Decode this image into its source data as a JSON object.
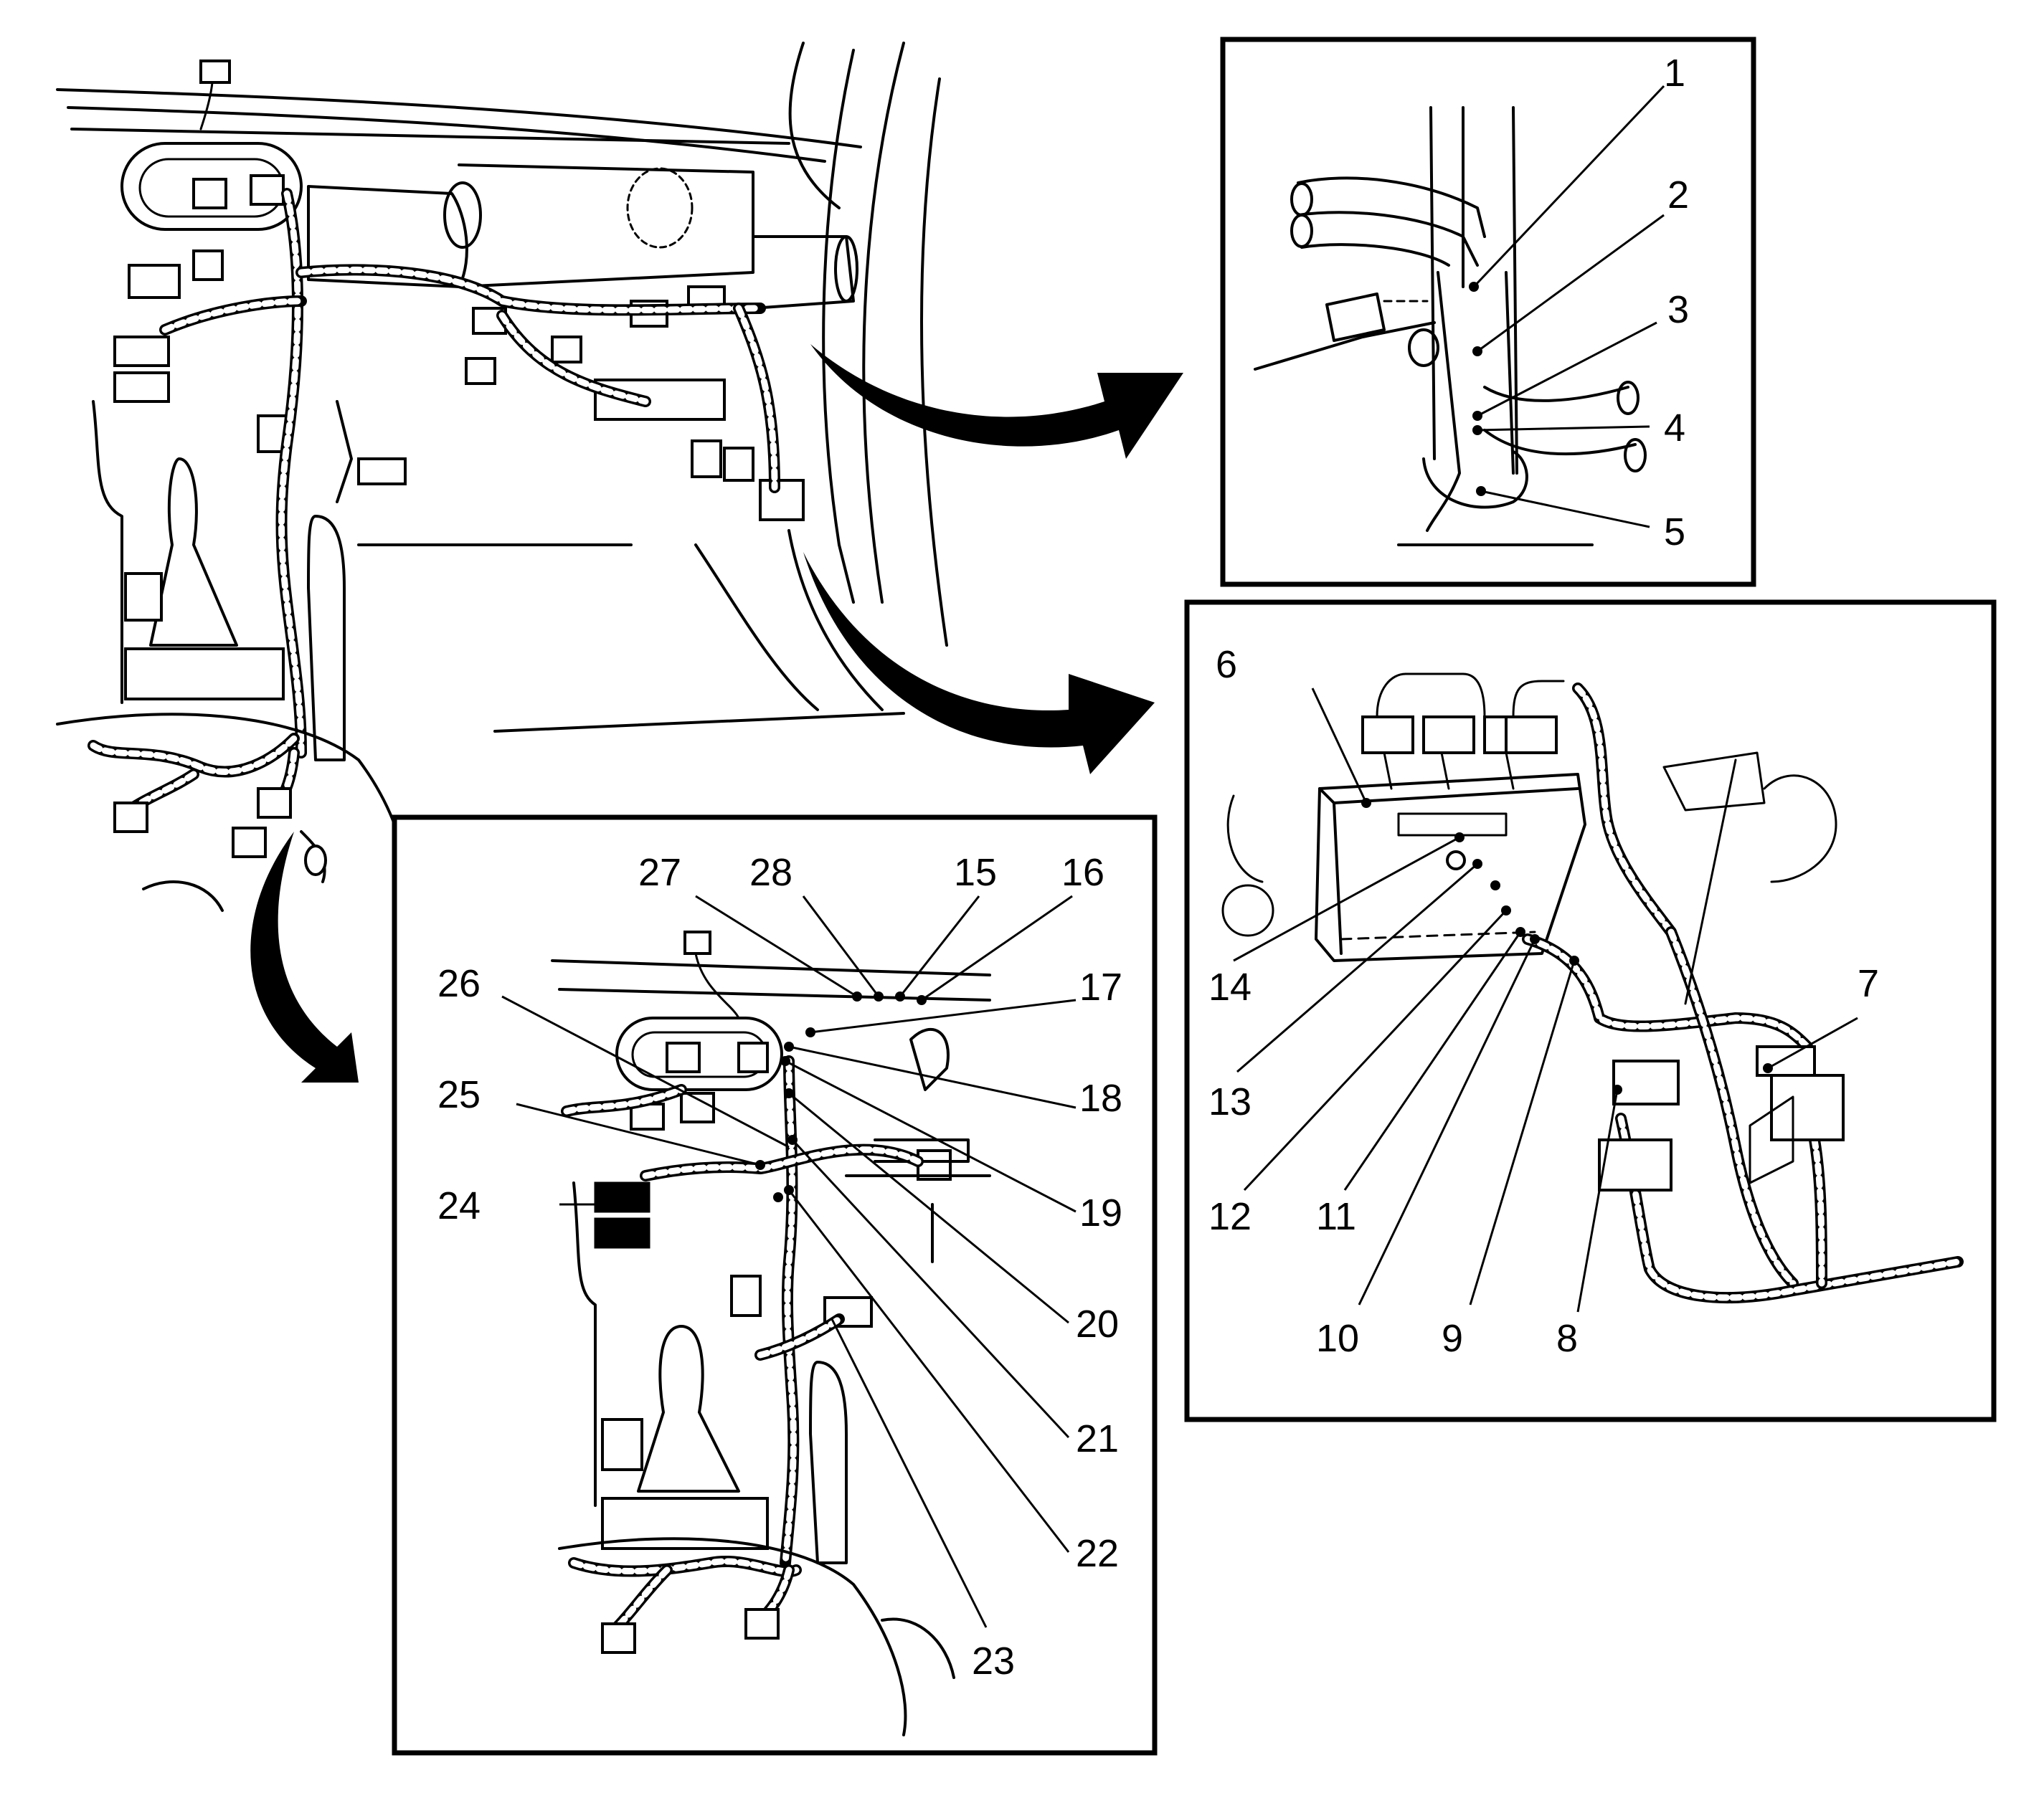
{
  "diagram": {
    "panels": [
      {
        "id": "overview",
        "description_name": "instrument-panel-harness-overview"
      },
      {
        "id": "detail-a",
        "callouts": [
          "1",
          "2",
          "3",
          "4",
          "5"
        ]
      },
      {
        "id": "detail-b",
        "callouts": [
          "6",
          "7",
          "8",
          "9",
          "10",
          "11",
          "12",
          "13",
          "14"
        ]
      },
      {
        "id": "detail-c",
        "callouts": [
          "15",
          "16",
          "17",
          "18",
          "19",
          "20",
          "21",
          "22",
          "23",
          "24",
          "25",
          "26",
          "27",
          "28"
        ]
      }
    ],
    "labels": {
      "c1": "1",
      "c2": "2",
      "c3": "3",
      "c4": "4",
      "c5": "5",
      "c6": "6",
      "c7": "7",
      "c8": "8",
      "c9": "9",
      "c10": "10",
      "c11": "11",
      "c12": "12",
      "c13": "13",
      "c14": "14",
      "c15": "15",
      "c16": "16",
      "c17": "17",
      "c18": "18",
      "c19": "19",
      "c20": "20",
      "c21": "21",
      "c22": "22",
      "c23": "23",
      "c24": "24",
      "c25": "25",
      "c26": "26",
      "c27": "27",
      "c28": "28"
    }
  }
}
